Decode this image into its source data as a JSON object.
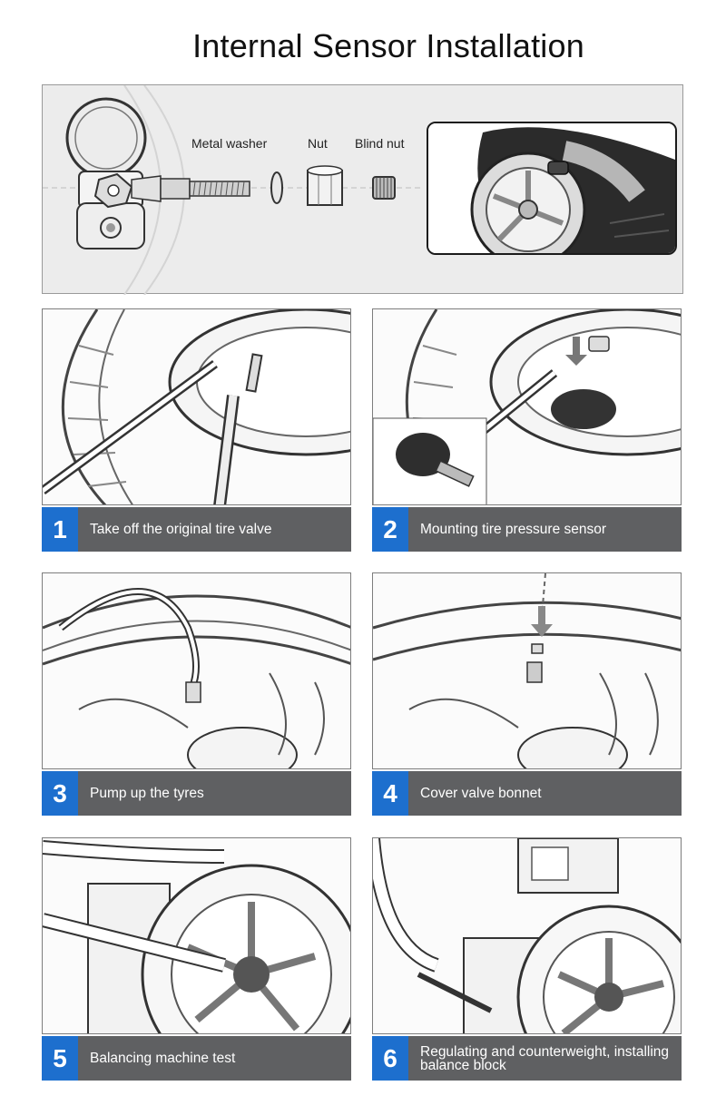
{
  "title": "Internal Sensor Installation",
  "parts": {
    "metal_washer": "Metal washer",
    "nut": "Nut",
    "blind_nut": "Blind nut"
  },
  "steps": [
    {
      "number": "1",
      "caption": "Take off the original tire valve",
      "icon": "tire-lever-illustration"
    },
    {
      "number": "2",
      "caption": "Mounting tire pressure sensor",
      "icon": "sensor-mount-illustration"
    },
    {
      "number": "3",
      "caption": "Pump up the tyres",
      "icon": "air-hose-illustration"
    },
    {
      "number": "4",
      "caption": "Cover valve bonnet",
      "icon": "valve-cap-illustration"
    },
    {
      "number": "5",
      "caption": "Balancing machine test",
      "icon": "balancing-machine-illustration"
    },
    {
      "number": "6",
      "caption": "Regulating and counterweight, installing balance block",
      "icon": "counterweight-illustration"
    }
  ],
  "colors": {
    "step_number_bg": "#1d6fce",
    "caption_bar_bg": "#5f6062",
    "panel_bg": "#ececec"
  }
}
